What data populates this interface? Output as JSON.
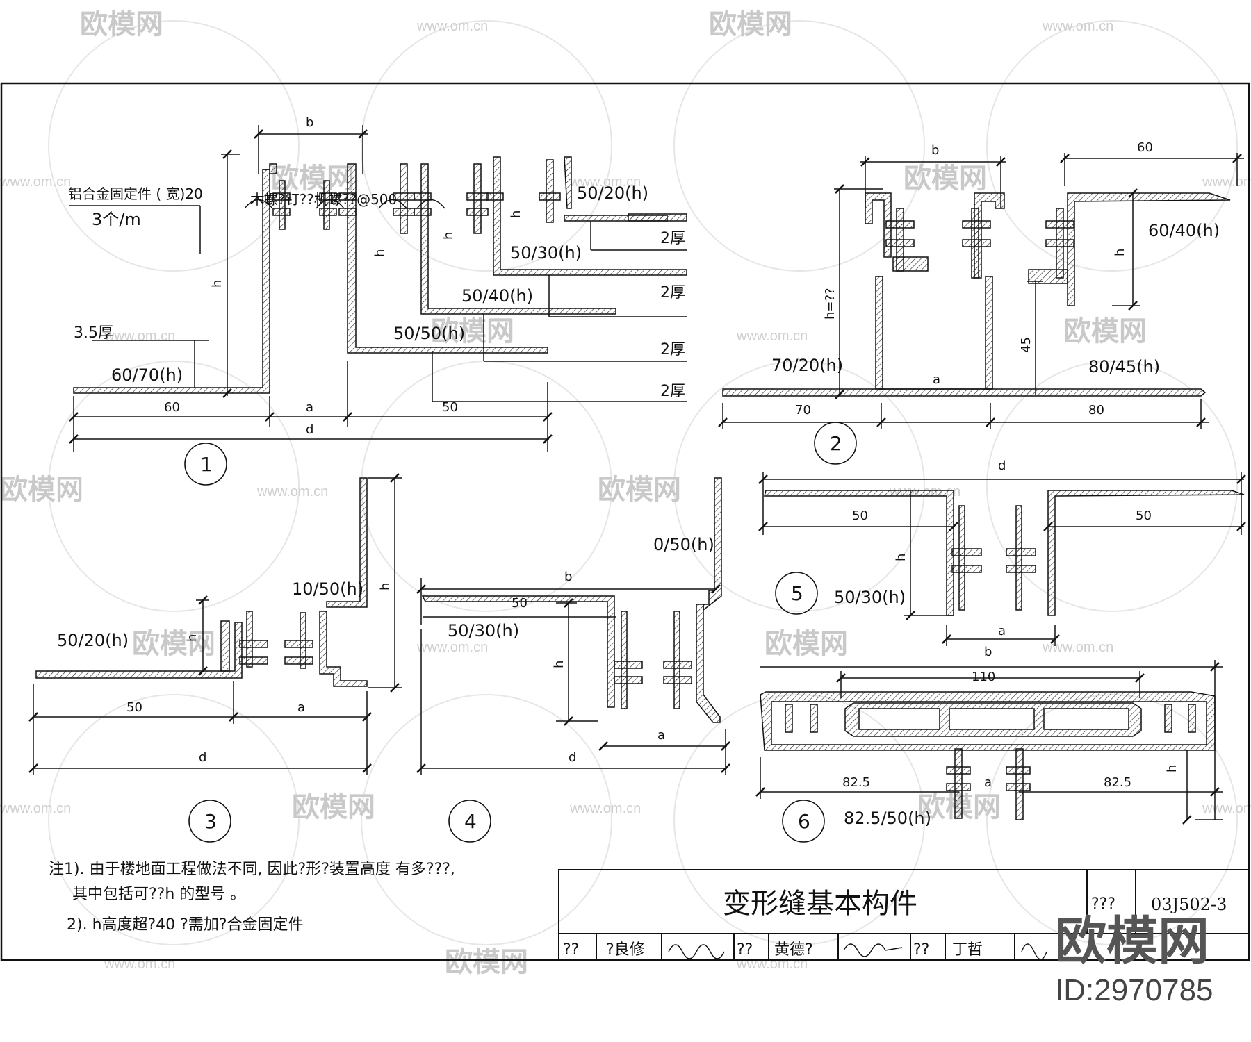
{
  "watermark": {
    "brand": "欧模网",
    "url": "www.om.cn",
    "logo_text": "欧模网",
    "id_text": "ID:2970785"
  },
  "notes": {
    "line1": "注1). 由于楼地面工程做法不同, 因此?形?装置高度  有多???,",
    "line2": "其中包括可??h  的型号 。",
    "line3": "2). h高度超?40   ?需加?合金固定件"
  },
  "title_block": {
    "title": "变形缝基本构件",
    "code_label": "???",
    "code": "03J502-3",
    "row": [
      "??",
      "?良修",
      "??",
      "黄德?",
      "??",
      "丁哲"
    ]
  },
  "fig1": {
    "number": "1",
    "label_b": "b",
    "label_h1": "h",
    "label_h2": "h",
    "label_h3": "h",
    "label_h4": "h",
    "fixing": "铝合金固定件 ( 宽)20",
    "fixing_rate": "3个/m",
    "screw": "木螺?钉??机螺??@500",
    "thick_main": "3.5厚",
    "t1": "2厚",
    "t2": "2厚",
    "t3": "2厚",
    "t4": "2厚",
    "s1": "50/20(h)",
    "s2": "50/30(h)",
    "s3": "50/40(h)",
    "s4": "50/50(h)",
    "s5": "60/70(h)",
    "dim_60": "60",
    "dim_a": "a",
    "dim_50": "50",
    "dim_d": "d"
  },
  "fig2": {
    "number": "2",
    "label_b": "b",
    "label_60": "60",
    "label_h": "h",
    "label_h2": "h=??",
    "label_45": "45",
    "s1": "60/40(h)",
    "s2": "70/20(h)",
    "s3": "80/45(h)",
    "dim_70": "70",
    "dim_a": "a",
    "dim_80": "80"
  },
  "fig3": {
    "number": "3",
    "s1": "10/50(h)",
    "s2": "50/20(h)",
    "label_h": "h",
    "label_h2": "h",
    "dim_50": "50",
    "dim_a": "a",
    "dim_d": "d"
  },
  "fig4": {
    "number": "4",
    "s1": "0/50(h)",
    "s2": "50/30(h)",
    "label_b": "b",
    "label_h": "h",
    "dim_50": "50",
    "dim_a": "a",
    "dim_d": "d"
  },
  "fig5": {
    "number": "5",
    "label_d": "d",
    "label_h": "h",
    "s1": "50/30(h)",
    "dim_50l": "50",
    "dim_50r": "50",
    "dim_a": "a",
    "dim_b": "b"
  },
  "fig6": {
    "number": "6",
    "dim_110": "110",
    "dim_l": "82.5",
    "dim_a": "a",
    "dim_r": "82.5",
    "label_h": "h",
    "s1": "82.5/50(h)"
  }
}
